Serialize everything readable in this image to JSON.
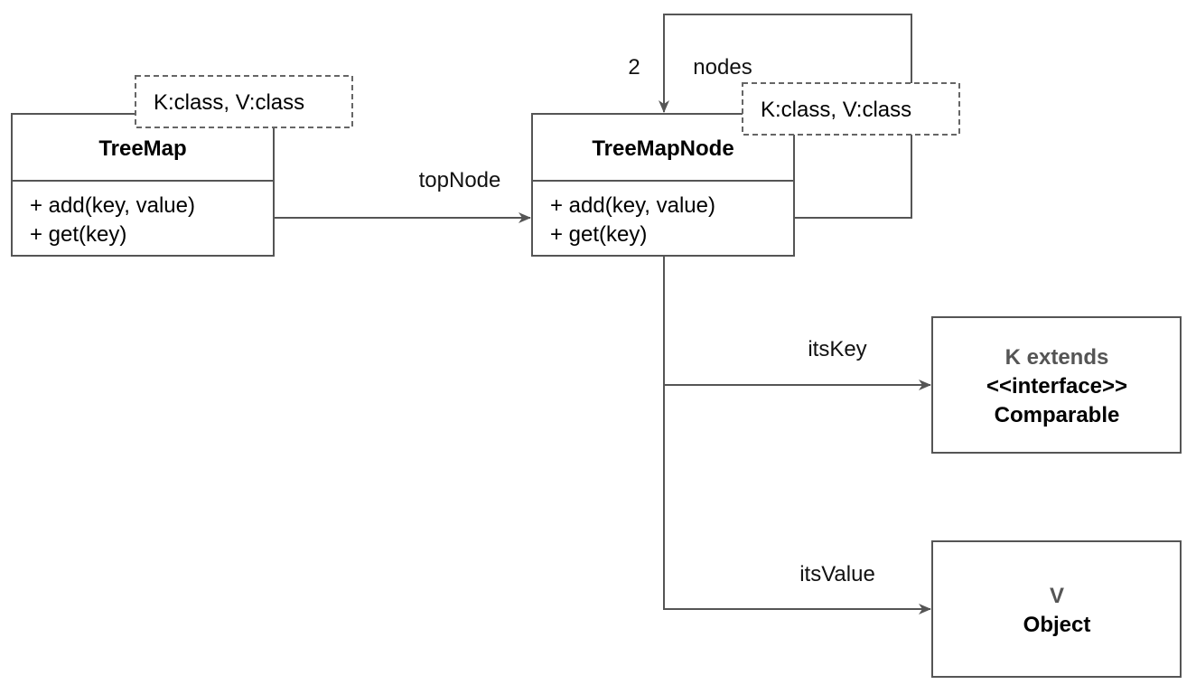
{
  "diagram": {
    "classes": {
      "treemap": {
        "name": "TreeMap",
        "template_params": "K:class, V:class",
        "methods": [
          "+ add(key, value)",
          "+ get(key)"
        ]
      },
      "treemapnode": {
        "name": "TreeMapNode",
        "template_params": "K:class, V:class",
        "methods": [
          "+ add(key, value)",
          "+ get(key)"
        ]
      },
      "comparable": {
        "bound": "K extends",
        "stereotype": "<<interface>>",
        "name": "Comparable"
      },
      "object": {
        "bound": "V",
        "name": "Object"
      }
    },
    "associations": {
      "top_node": {
        "label": "topNode"
      },
      "nodes": {
        "label": "nodes",
        "multiplicity": "2"
      },
      "its_key": {
        "label": "itsKey"
      },
      "its_value": {
        "label": "itsValue"
      }
    }
  }
}
